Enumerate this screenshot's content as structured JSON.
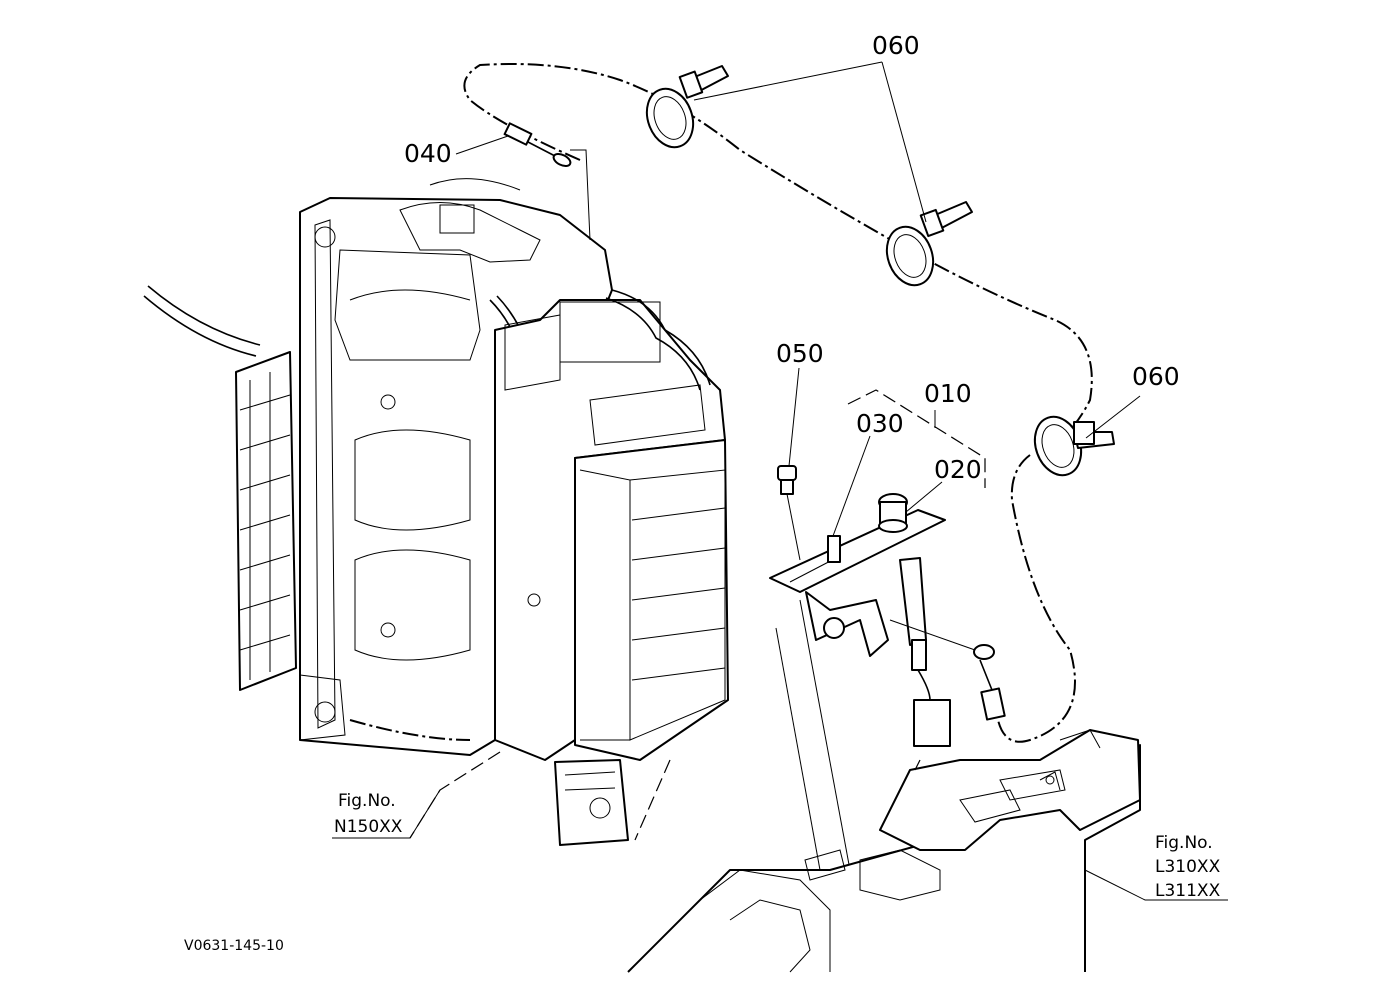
{
  "callouts": {
    "c010": "010",
    "c020": "020",
    "c030": "030",
    "c040": "040",
    "c050": "050",
    "c060_top": "060",
    "c060_right": "060"
  },
  "references": {
    "left": {
      "line1": "Fig.No.",
      "line2": "N150XX"
    },
    "right": {
      "line1": "Fig.No.",
      "line2": "L310XX",
      "line3": "L311XX"
    }
  },
  "drawing_id": "V0631-145-10"
}
